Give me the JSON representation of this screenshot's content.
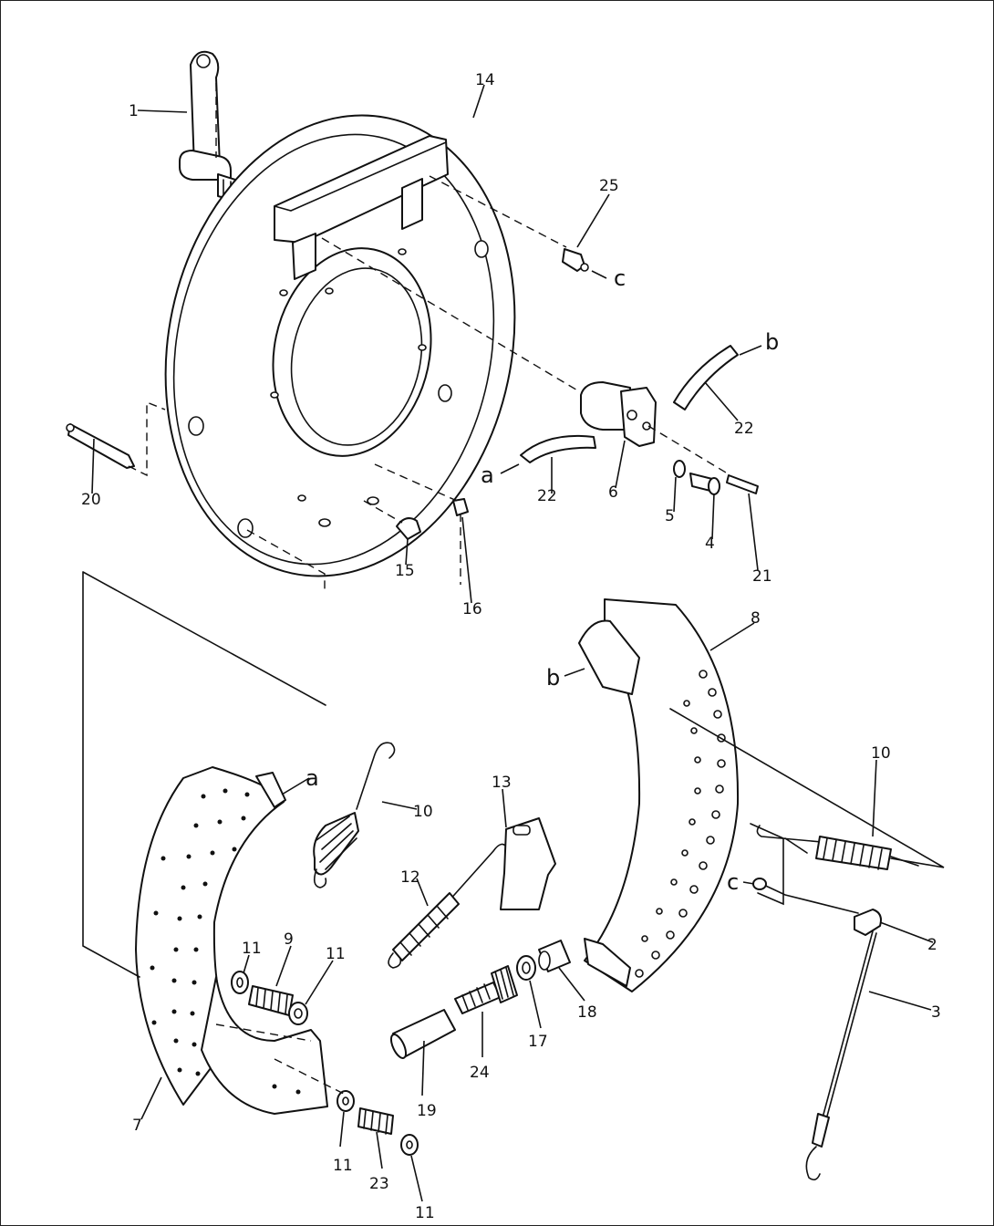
{
  "diagram": {
    "labels": {
      "p1": "1",
      "p2": "2",
      "p3": "3",
      "p4": "4",
      "p5": "5",
      "p6": "6",
      "p7": "7",
      "p8": "8",
      "p9": "9",
      "p10a": "10",
      "p10b": "10",
      "p11a": "11",
      "p11b": "11",
      "p11c": "11",
      "p11d": "11",
      "p12": "12",
      "p13": "13",
      "p14": "14",
      "p15": "15",
      "p16": "16",
      "p17": "17",
      "p18": "18",
      "p19": "19",
      "p20": "20",
      "p21": "21",
      "p22a": "22",
      "p22b": "22",
      "p23": "23",
      "p24": "24",
      "p25": "25"
    },
    "refs": {
      "a1": "a",
      "a2": "a",
      "b1": "b",
      "b2": "b",
      "c1": "c",
      "c2": "c"
    }
  }
}
